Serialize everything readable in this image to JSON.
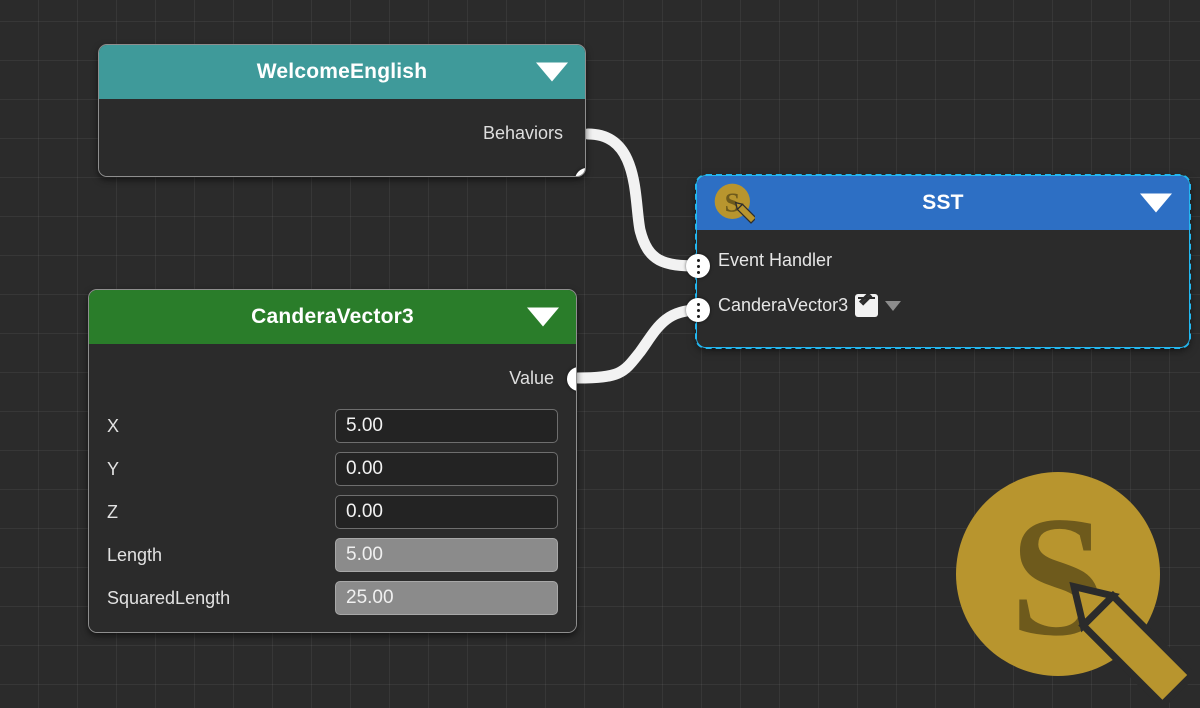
{
  "canvas": {
    "background_color": "#2b2b2b",
    "grid_line_color": "#3a3a3a",
    "grid_size": 39
  },
  "watermark": {
    "name": "sst-logo-watermark",
    "circle_color": "#b8952e",
    "letter": "S",
    "letter_color": "#6e5a1c",
    "pencil_color": "#b8952e"
  },
  "nodes": [
    {
      "id": "welcome-english",
      "title": "WelcomeEnglish",
      "header_color": "#3f9a9a",
      "selected": false,
      "collapse_caret": "caret-down-icon",
      "outputs": [
        {
          "label": "Behaviors"
        }
      ],
      "inputs": [],
      "fields": []
    },
    {
      "id": "sst",
      "title": "SST",
      "header_color": "#2d6fc4",
      "selected": true,
      "collapse_caret": "caret-down-icon",
      "logo": "sst-logo-icon",
      "outputs": [],
      "inputs": [
        {
          "label": "Event Handler",
          "has_edit_icon": false,
          "has_dropdown": false
        },
        {
          "label": "CanderaVector3",
          "has_edit_icon": true,
          "has_dropdown": true
        }
      ],
      "fields": []
    },
    {
      "id": "candera-vector3",
      "title": "CanderaVector3",
      "header_color": "#2a7d2a",
      "selected": false,
      "collapse_caret": "caret-down-icon",
      "outputs": [
        {
          "label": "Value"
        }
      ],
      "inputs": [],
      "fields": [
        {
          "label": "X",
          "value": "5.00",
          "readonly": false
        },
        {
          "label": "Y",
          "value": "0.00",
          "readonly": false
        },
        {
          "label": "Z",
          "value": "0.00",
          "readonly": false
        },
        {
          "label": "Length",
          "value": "5.00",
          "readonly": true
        },
        {
          "label": "SquaredLength",
          "value": "25.00",
          "readonly": true
        }
      ]
    }
  ],
  "connections": [
    {
      "from": "welcome-english.Behaviors",
      "to": "sst.Event Handler",
      "color": "#f2f2f2"
    },
    {
      "from": "candera-vector3.Value",
      "to": "sst.CanderaVector3",
      "color": "#f2f2f2"
    }
  ]
}
